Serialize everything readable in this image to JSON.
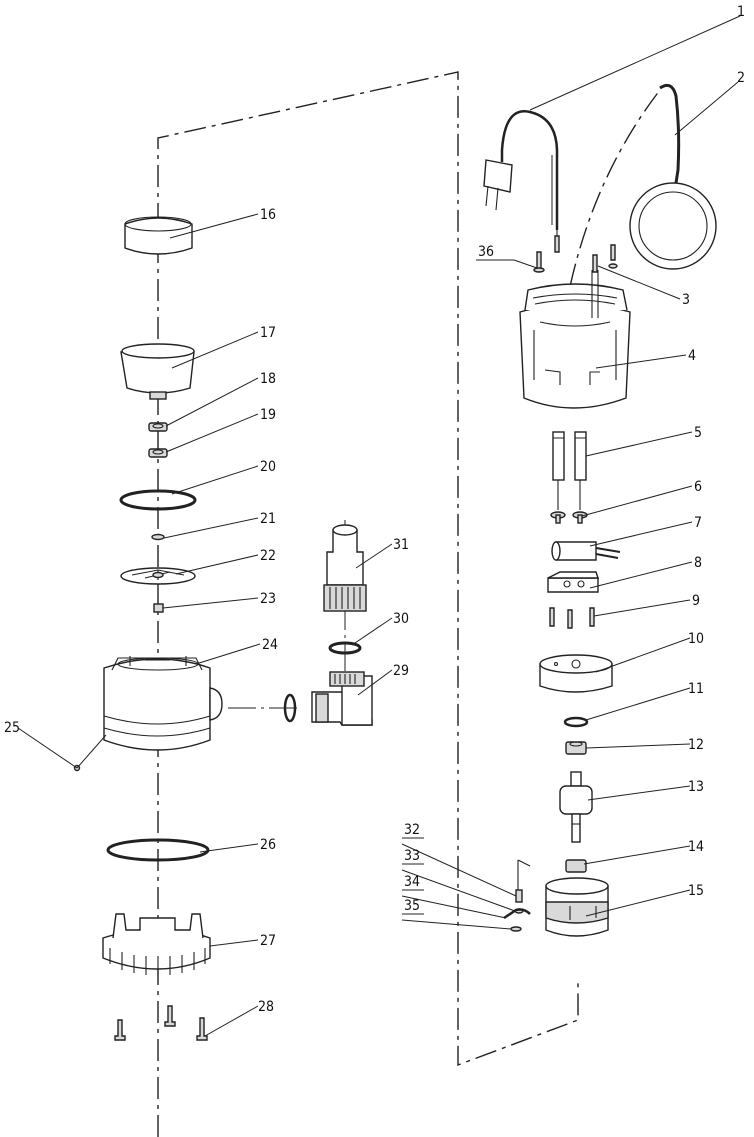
{
  "diagram": {
    "parts": [
      {
        "num": "1",
        "name": "power-cable-plug"
      },
      {
        "num": "2",
        "name": "float-switch"
      },
      {
        "num": "3",
        "name": "screw"
      },
      {
        "num": "4",
        "name": "handle-housing"
      },
      {
        "num": "5",
        "name": "sleeve"
      },
      {
        "num": "6",
        "name": "washer"
      },
      {
        "num": "7",
        "name": "capacitor"
      },
      {
        "num": "8",
        "name": "terminal-block"
      },
      {
        "num": "9",
        "name": "screw"
      },
      {
        "num": "10",
        "name": "motor-cover"
      },
      {
        "num": "11",
        "name": "spring-washer"
      },
      {
        "num": "12",
        "name": "bearing"
      },
      {
        "num": "13",
        "name": "rotor"
      },
      {
        "num": "14",
        "name": "bearing"
      },
      {
        "num": "15",
        "name": "stator"
      },
      {
        "num": "16",
        "name": "cap"
      },
      {
        "num": "17",
        "name": "motor-casing"
      },
      {
        "num": "18",
        "name": "seal"
      },
      {
        "num": "19",
        "name": "seal"
      },
      {
        "num": "20",
        "name": "o-ring"
      },
      {
        "num": "21",
        "name": "washer"
      },
      {
        "num": "22",
        "name": "impeller"
      },
      {
        "num": "23",
        "name": "nut"
      },
      {
        "num": "24",
        "name": "pump-housing"
      },
      {
        "num": "25",
        "name": "screw"
      },
      {
        "num": "26",
        "name": "o-ring"
      },
      {
        "num": "27",
        "name": "base"
      },
      {
        "num": "28",
        "name": "screw"
      },
      {
        "num": "29",
        "name": "elbow-connector"
      },
      {
        "num": "30",
        "name": "o-ring"
      },
      {
        "num": "31",
        "name": "hose-adapter"
      },
      {
        "num": "32",
        "name": "screw"
      },
      {
        "num": "33",
        "name": "washer"
      },
      {
        "num": "34",
        "name": "clamp"
      },
      {
        "num": "35",
        "name": "washer"
      },
      {
        "num": "36",
        "name": "screw"
      }
    ]
  }
}
